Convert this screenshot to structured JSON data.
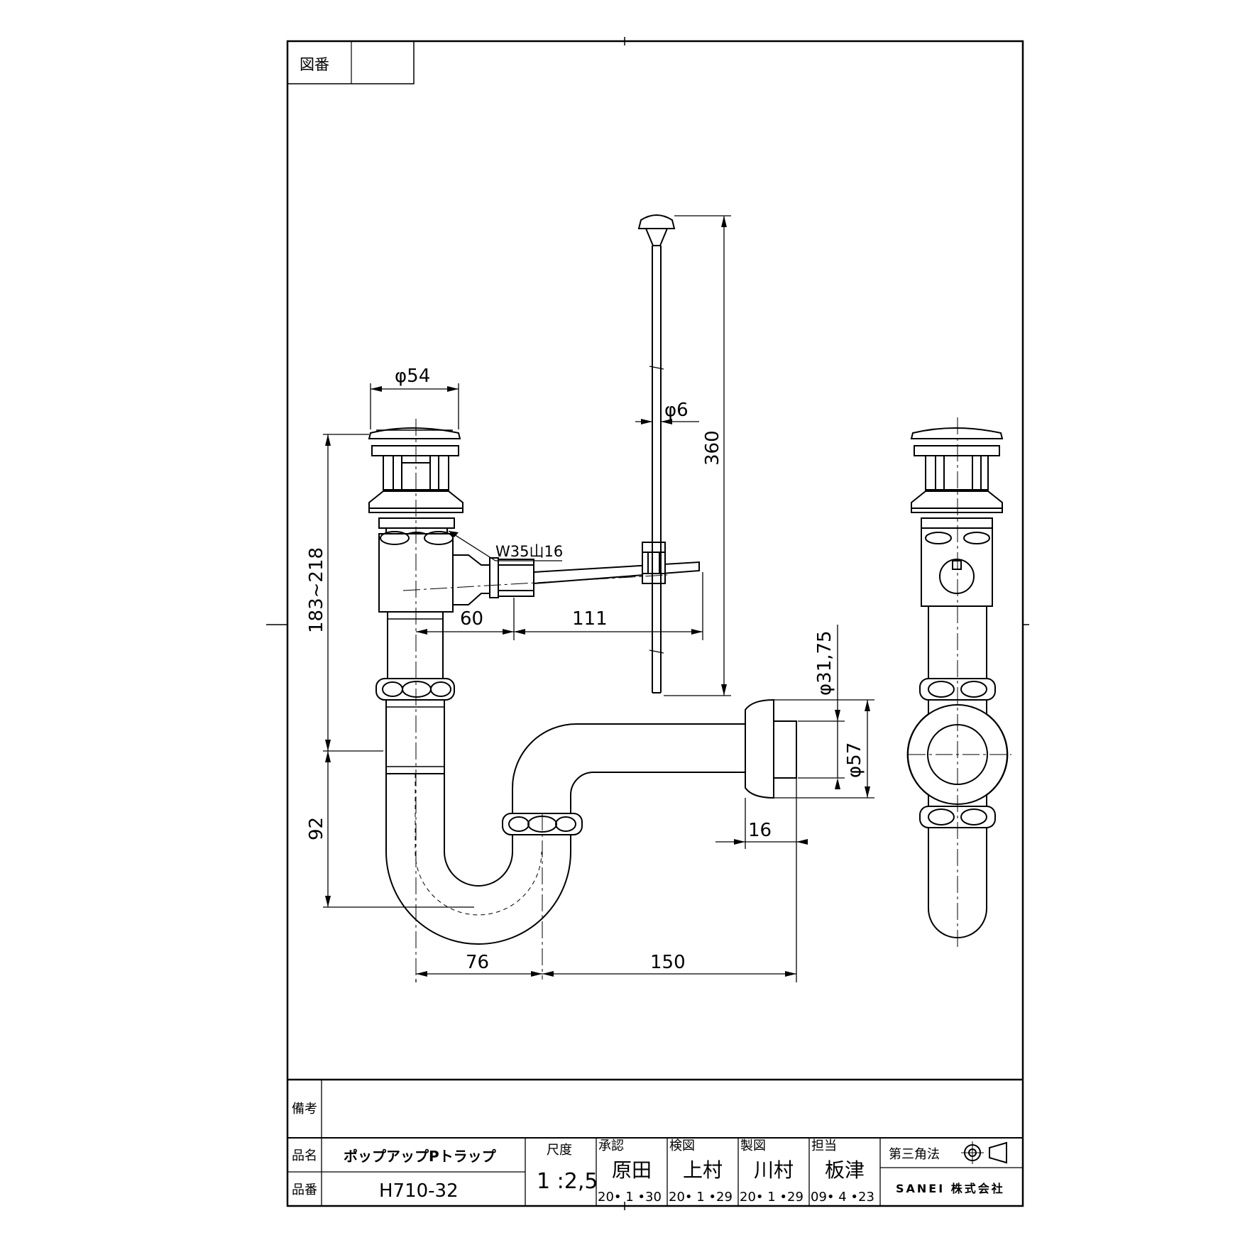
{
  "drawing_number": {
    "label": "図番",
    "value": ""
  },
  "dimensions": {
    "d54": "φ54",
    "d6": "φ6",
    "h360": "360",
    "h183_218": "183~218",
    "thread": "W35山16",
    "w60": "60",
    "w111": "111",
    "d31_75": "φ31,75",
    "d57": "φ57",
    "w16": "16",
    "h92": "92",
    "w76": "76",
    "w150": "150"
  },
  "title_block": {
    "remarks_label": "備考",
    "remarks_value": "",
    "product_name_label": "品名",
    "product_name": "ポップアップPトラップ",
    "product_number_label": "品番",
    "product_number": "H710-32",
    "scale_label": "尺度",
    "scale": "1 :2,5",
    "approvals": [
      {
        "role": "承認",
        "name": "原田",
        "date": "20• 1 •30"
      },
      {
        "role": "検図",
        "name": "上村",
        "date": "20• 1 •29"
      },
      {
        "role": "製図",
        "name": "川村",
        "date": "20• 1 •29"
      },
      {
        "role": "担当",
        "name": "板津",
        "date": "09• 4 •23"
      }
    ],
    "projection_label": "第三角法",
    "company": "SANEI 株式会社"
  }
}
